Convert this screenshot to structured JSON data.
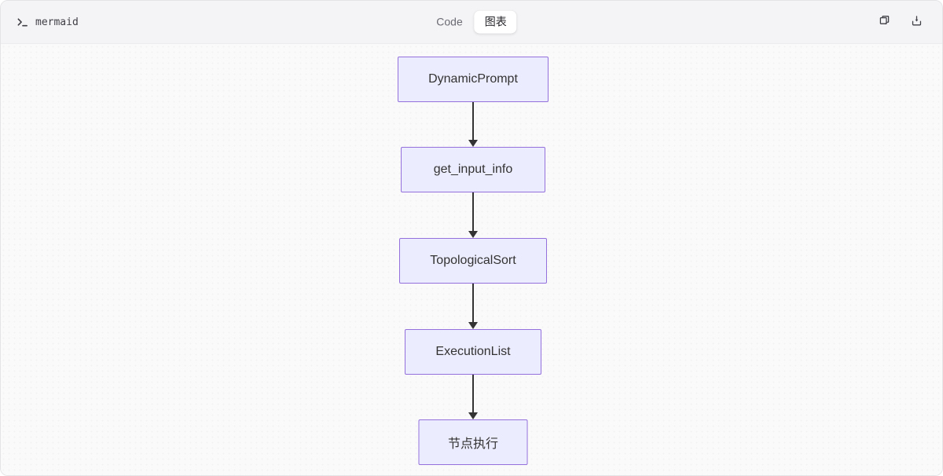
{
  "window": {
    "app_label": "mermaid"
  },
  "toolbar": {
    "tabs": [
      {
        "label": "Code",
        "active": false
      },
      {
        "label": "图表",
        "active": true
      }
    ],
    "icons": {
      "brand": "terminal-prompt-icon",
      "copy": "copy-icon",
      "download": "download-icon"
    }
  },
  "diagram": {
    "type": "flowchart",
    "direction": "top-down",
    "nodes": [
      {
        "id": "DynamicPrompt",
        "label": "DynamicPrompt"
      },
      {
        "id": "get_input_info",
        "label": "get_input_info"
      },
      {
        "id": "TopologicalSort",
        "label": "TopologicalSort"
      },
      {
        "id": "ExecutionList",
        "label": "ExecutionList"
      },
      {
        "id": "节点执行",
        "label": "节点执行"
      }
    ],
    "edges": [
      {
        "from": "DynamicPrompt",
        "to": "get_input_info"
      },
      {
        "from": "get_input_info",
        "to": "TopologicalSort"
      },
      {
        "from": "TopologicalSort",
        "to": "ExecutionList"
      },
      {
        "from": "ExecutionList",
        "to": "节点执行"
      }
    ],
    "colors": {
      "node_fill": "#ECECFF",
      "node_border": "#9370DB",
      "edge": "#333333"
    }
  }
}
